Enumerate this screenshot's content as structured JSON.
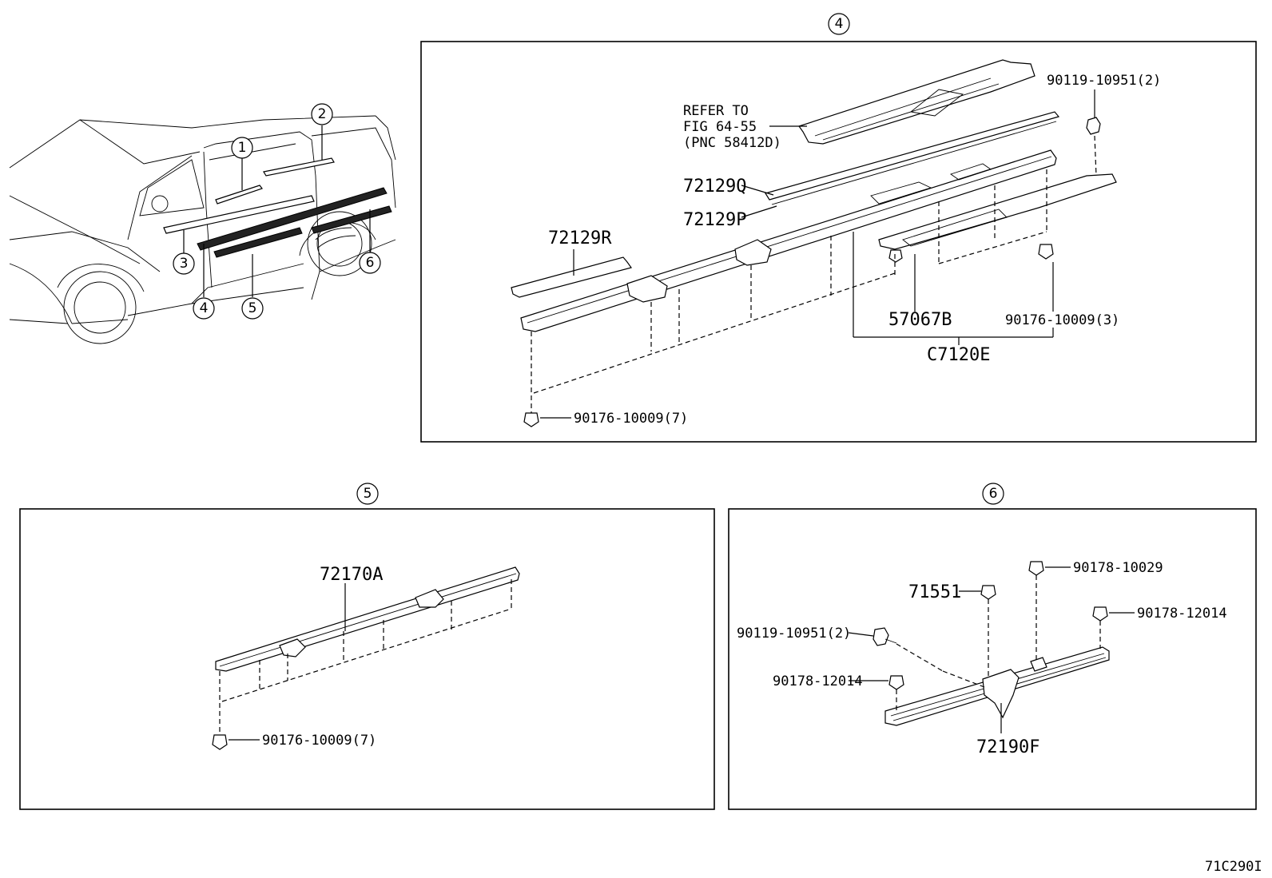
{
  "callouts": {
    "c1": "1",
    "c2": "2",
    "c3": "3",
    "c4": "4",
    "c5": "5",
    "c6": "6",
    "panel4": "4",
    "panel5": "5",
    "panel6": "6"
  },
  "panel4": {
    "refer_line1": "REFER TO",
    "refer_line2": "FIG 64-55",
    "refer_line3": "(PNC 58412D)",
    "p_72129Q": "72129Q",
    "p_72129P": "72129P",
    "p_72129R": "72129R",
    "p_57067B": "57067B",
    "p_C7120E": "C7120E",
    "p_bolt": "90119-10951(2)",
    "p_clip3": "90176-10009(3)",
    "p_clip7": "90176-10009(7)"
  },
  "panel5": {
    "p_72170A": "72170A",
    "p_clip7": "90176-10009(7)"
  },
  "panel6": {
    "p_71551": "71551",
    "p_90178_10029": "90178-10029",
    "p_90178_12014_a": "90178-12014",
    "p_90178_12014_b": "90178-12014",
    "p_bolt": "90119-10951(2)",
    "p_72190F": "72190F"
  },
  "figure_code": "71C290I"
}
